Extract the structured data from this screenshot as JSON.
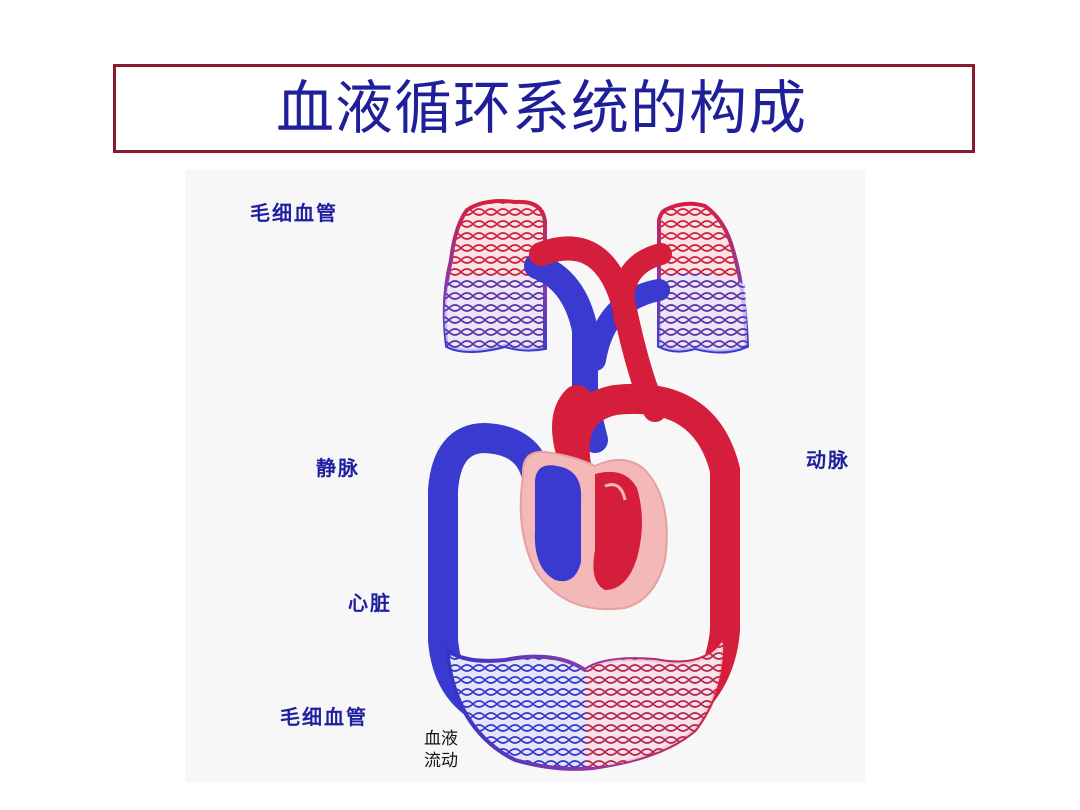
{
  "title": "血液循环系统的构成",
  "labels": {
    "capillary_top": "毛细血管",
    "vein": "静脉",
    "artery": "动脉",
    "heart": "心脏",
    "capillary_bottom": "毛细血管",
    "blood_flow_line1": "血液",
    "blood_flow_line2": "流动"
  },
  "colors": {
    "title_text": "#1f1f9a",
    "title_border": "#8b1a2e",
    "label_text": "#1f1fa0",
    "vein_blue": "#3a3ad0",
    "artery_red": "#d41e3c",
    "heart_pink": "#f4b8b8"
  }
}
